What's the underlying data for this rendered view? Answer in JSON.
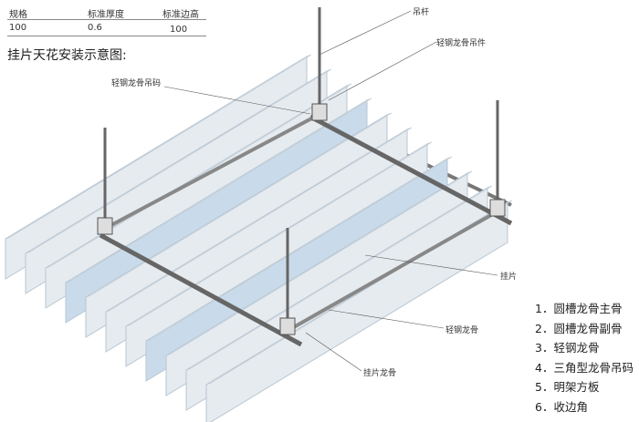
{
  "spec_table": {
    "headers": [
      "规格",
      "标准厚度",
      "标准边高"
    ],
    "values": [
      "100",
      "0.6",
      "100"
    ]
  },
  "title": "挂片天花安装示意图:",
  "callouts": {
    "rod": "吊杆",
    "hanger": "轻钢龙骨吊件",
    "clip": "轻钢龙骨吊码",
    "baffle": "挂片",
    "channel": "轻钢龙骨",
    "carrier": "挂片龙骨"
  },
  "legend": [
    "1．圆槽龙骨主骨",
    "2．圆槽龙骨副骨",
    "3．轻钢龙骨",
    "4．三角型龙骨吊码",
    "5．明架方板",
    "6．收边角"
  ],
  "colors": {
    "panel_face": "#e6ebef",
    "panel_edge": "#b8c6d2",
    "panel_blue": "#c9dbea",
    "line": "#555555"
  }
}
